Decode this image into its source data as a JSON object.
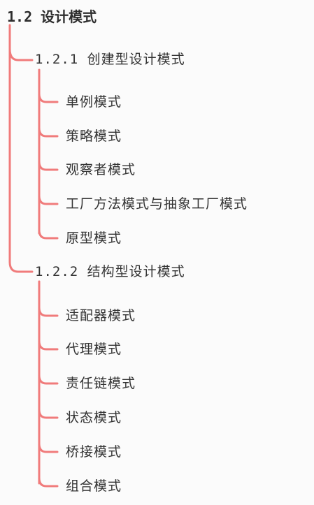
{
  "root": {
    "label": "1.2 设计模式"
  },
  "sections": [
    {
      "label": "1.2.1 创建型设计模式",
      "items": [
        "单例模式",
        "策略模式",
        "观察者模式",
        "工厂方法模式与抽象工厂模式",
        "原型模式"
      ]
    },
    {
      "label": "1.2.2 结构型设计模式",
      "items": [
        "适配器模式",
        "代理模式",
        "责任链模式",
        "状态模式",
        "桥接模式",
        "组合模式"
      ]
    }
  ],
  "colors": {
    "connector": "#f07b7b",
    "text": "#333333",
    "background": "#fbfbfb"
  }
}
